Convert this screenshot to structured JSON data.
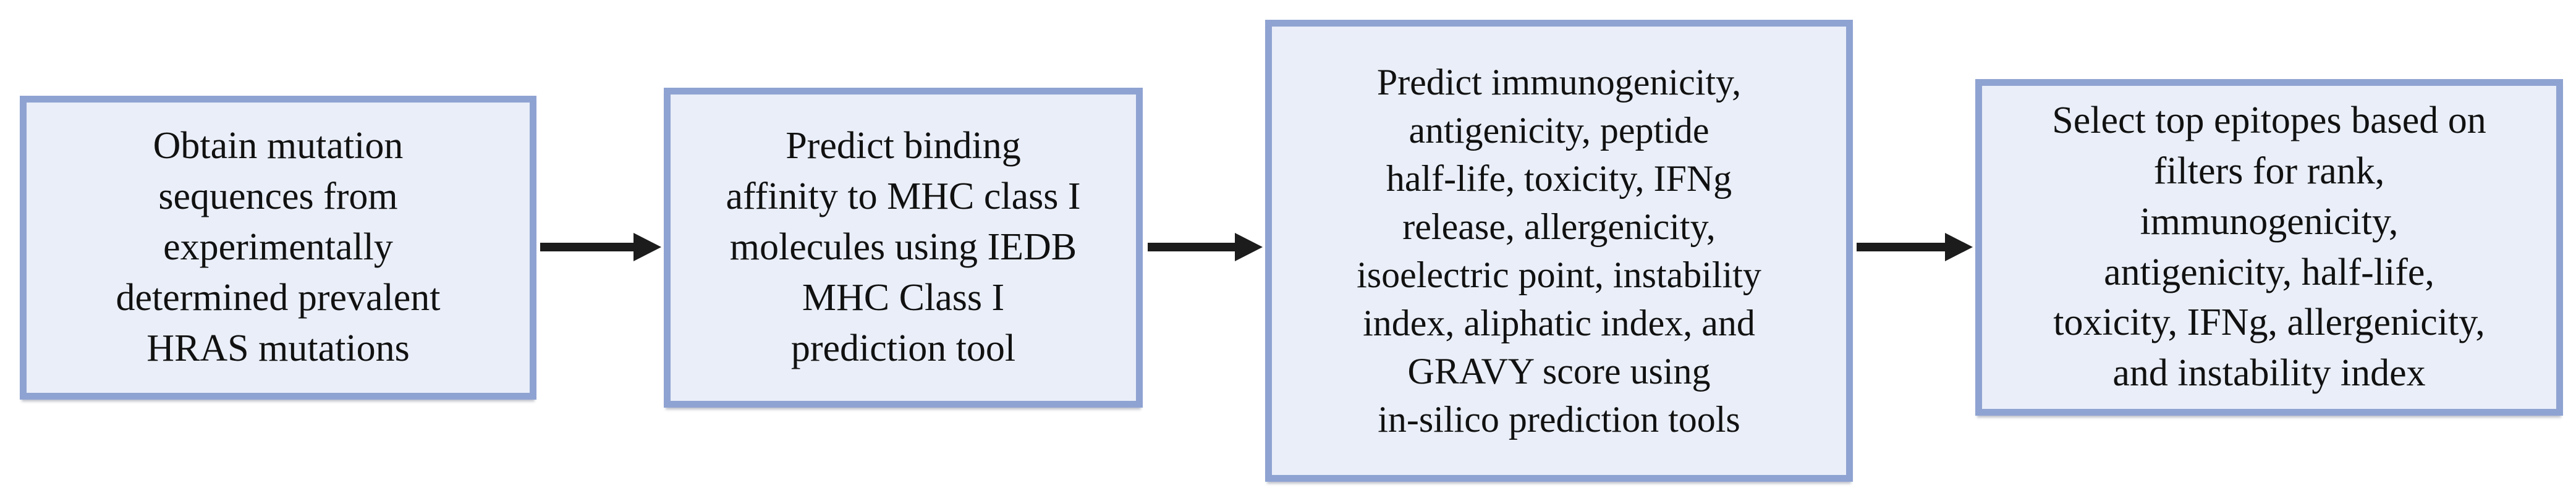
{
  "figure": {
    "type": "flowchart",
    "direction": "left-to-right",
    "colors": {
      "background": "#ffffff",
      "box_fill": "#e9eef8",
      "box_border": "#8fa3d2",
      "arrow": "#1c1c1c",
      "text": "#111111"
    },
    "steps": [
      {
        "id": 1,
        "text": "Obtain mutation\nsequences from\nexperimentally\ndetermined prevalent\nHRAS mutations"
      },
      {
        "id": 2,
        "text": "Predict binding\naffinity to MHC class I\nmolecules using IEDB\nMHC Class I\nprediction tool"
      },
      {
        "id": 3,
        "text": "Predict immunogenicity,\nantigenicity, peptide\nhalf-life, toxicity, IFNg\nrelease, allergenicity,\nisoelectric point, instability\nindex, aliphatic index, and\nGRAVY score using\nin-silico prediction tools"
      },
      {
        "id": 4,
        "text": "Select top epitopes based on\nfilters for rank,\nimmunogenicity,\nantigenicity, half-life,\ntoxicity, IFNg, allergenicity,\nand instability index"
      }
    ]
  }
}
